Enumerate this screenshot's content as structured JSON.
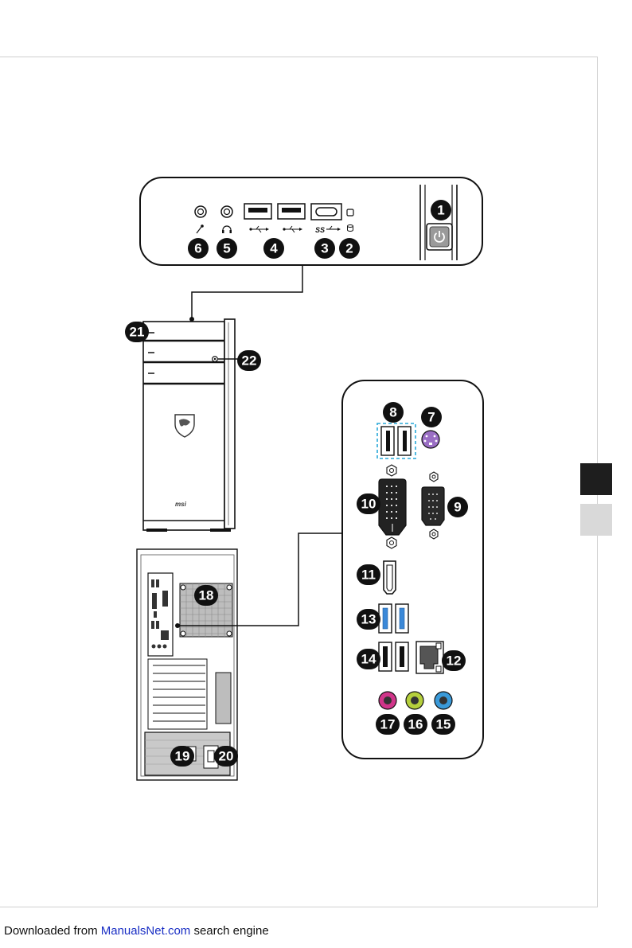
{
  "callouts": [
    "1",
    "2",
    "3",
    "4",
    "5",
    "6",
    "7",
    "8",
    "9",
    "10",
    "11",
    "12",
    "13",
    "14",
    "15",
    "16",
    "17",
    "18",
    "19",
    "20",
    "21",
    "22"
  ],
  "front_panel": {
    "usb3_label": "SS"
  },
  "brand_logo": "msi",
  "colors": {
    "line": "#111111",
    "frame": "#cfcfcf",
    "ps2_port": "#9a6ec4",
    "usb3_port": "#3a88d8",
    "usb2_highlight": "#29a8d9",
    "audio_pink": "#d0358a",
    "audio_lime": "#b5cf3c",
    "audio_blue": "#3a9ad9",
    "tab_dark": "#1e1e1e",
    "tab_light": "#d9d9d9"
  },
  "footer": {
    "prefix": "Downloaded from ",
    "link": "ManualsNet.com",
    "suffix": " search engine"
  }
}
